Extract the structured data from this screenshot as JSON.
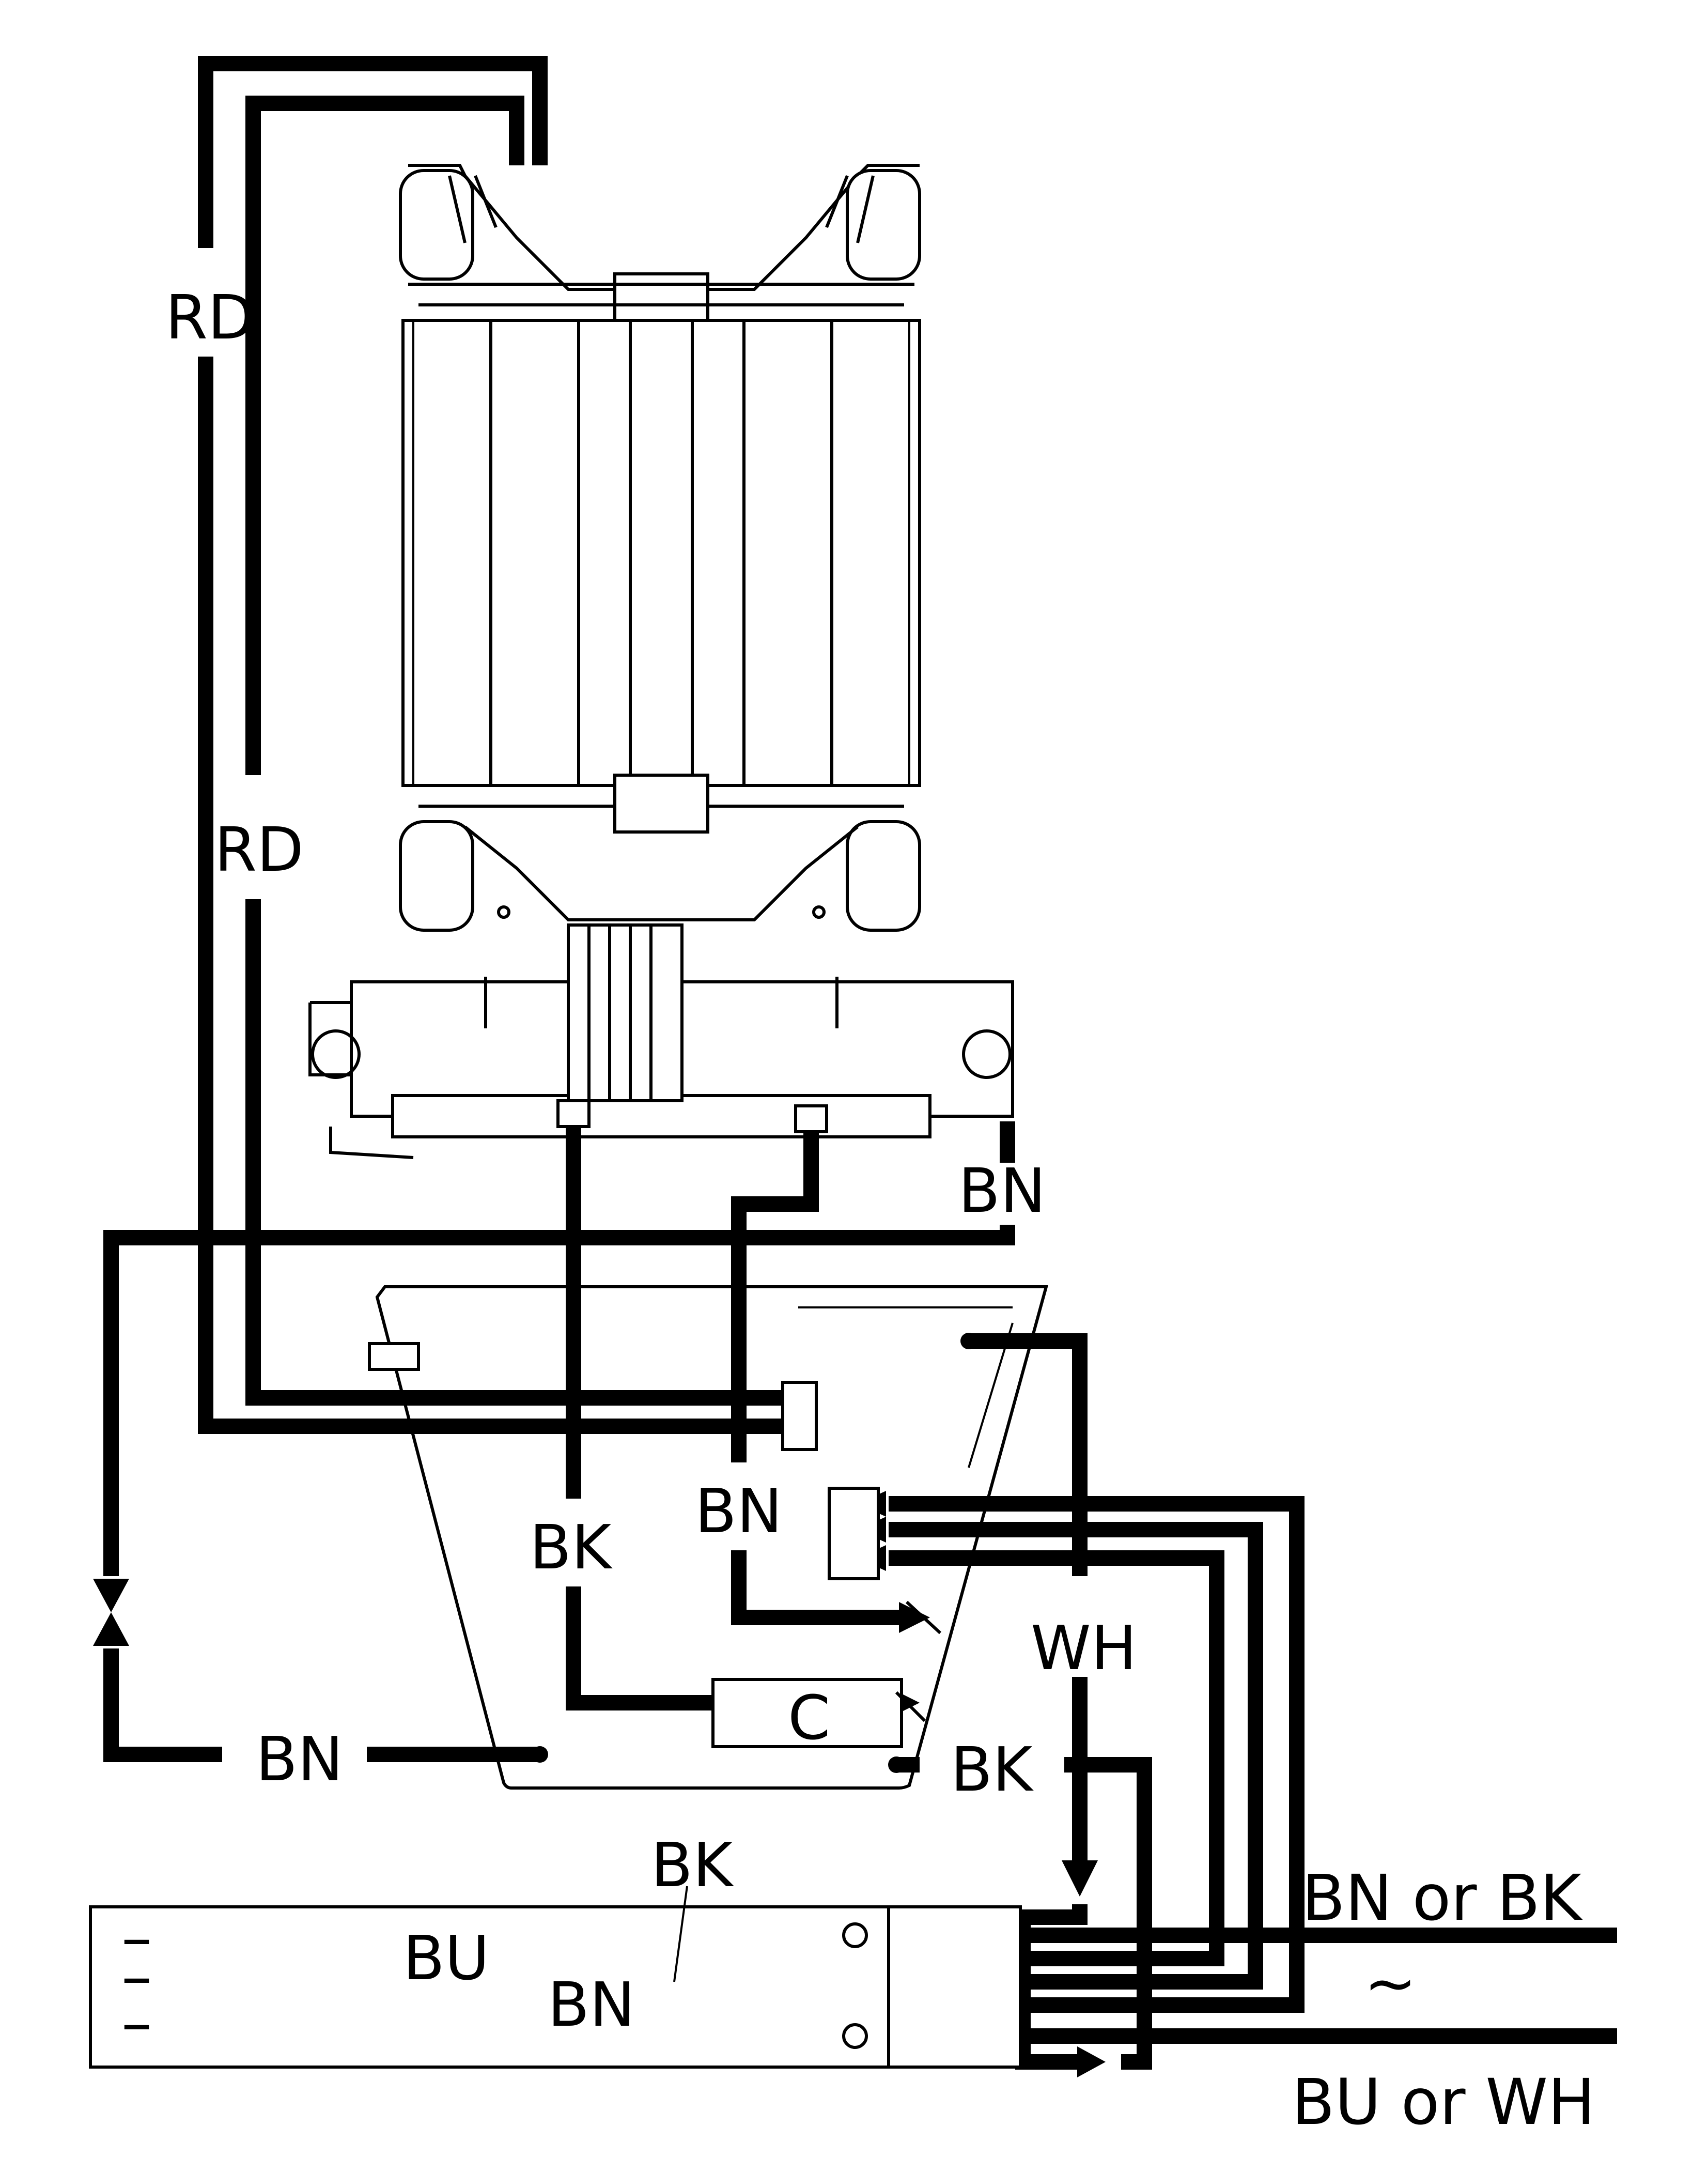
{
  "diagram": {
    "colors": {
      "ink": "#000000",
      "paper": "#ffffff"
    },
    "wire_labels": {
      "rd_top": "RD",
      "rd_mid": "RD",
      "bn_motor": "BN",
      "bn_center": "BN",
      "bk_center": "BK",
      "wh": "WH",
      "bn_left": "BN",
      "bk_right": "BK",
      "bk_lower": "BK",
      "bu_terminal": "BU",
      "bn_terminal": "BN"
    },
    "supply": {
      "line_label": "BN or BK",
      "neutral_label": "BU or WH",
      "ac_symbol": "~"
    },
    "capacitor_label": "C",
    "terminal_block_marks": [
      "–",
      "–",
      "–"
    ]
  }
}
